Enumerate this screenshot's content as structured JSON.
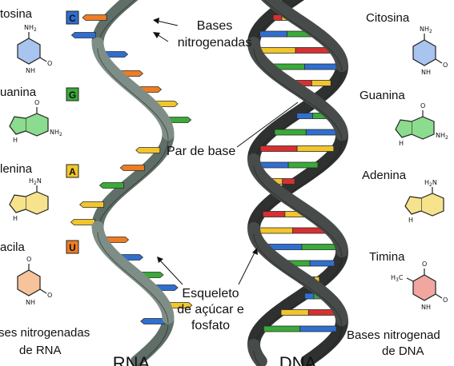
{
  "colors": {
    "rna_backbone": "#7e8e86",
    "rna_backbone_back": "#5f6e67",
    "dna_backbone": "#474b49",
    "dna_backbone_back": "#2e3130",
    "cytosine": "#2f6fd0",
    "guanine": "#3aaa3a",
    "adenine": "#f2c62b",
    "uracil": "#ee7d22",
    "thymine": "#d83030"
  },
  "rna_column": {
    "items": [
      {
        "name": "tosina",
        "letter": "C",
        "fill": "#a9c4ee",
        "tag": "#2f6fd0"
      },
      {
        "name": "uanina",
        "letter": "G",
        "fill": "#8bdc8e",
        "tag": "#3aaa3a"
      },
      {
        "name": "lenina",
        "letter": "A",
        "fill": "#f7e38c",
        "tag": "#f2c62b"
      },
      {
        "name": "acila",
        "letter": "U",
        "fill": "#f7c39a",
        "tag": "#ee7d22"
      }
    ],
    "footer_line1": "ses nitrogenadas",
    "footer_line2": "de RNA"
  },
  "dna_column": {
    "items": [
      {
        "name": "Citosina",
        "fill": "#a9c4ee"
      },
      {
        "name": "Guanina",
        "fill": "#8bdc8e"
      },
      {
        "name": "Adenina",
        "fill": "#f7e38c"
      },
      {
        "name": "Timina",
        "fill": "#f2a6a0"
      }
    ],
    "footer_line1": "Bases nitrogenad",
    "footer_line2": "de DNA"
  },
  "callouts": {
    "bases_line1": "Bases",
    "bases_line2": "nitrogenadas",
    "pair": "Par de base",
    "backbone_line1": "Esqueleto",
    "backbone_line2": "de açúcar e",
    "backbone_line3": "fosfato"
  },
  "molecule_text": {
    "nh2": "NH",
    "two": "2",
    "n": "N",
    "h": "H",
    "o": "O",
    "h3c": "H",
    "three": "3",
    "c": "C"
  },
  "bottom": {
    "rna": "RNA",
    "dna": "DNA"
  }
}
